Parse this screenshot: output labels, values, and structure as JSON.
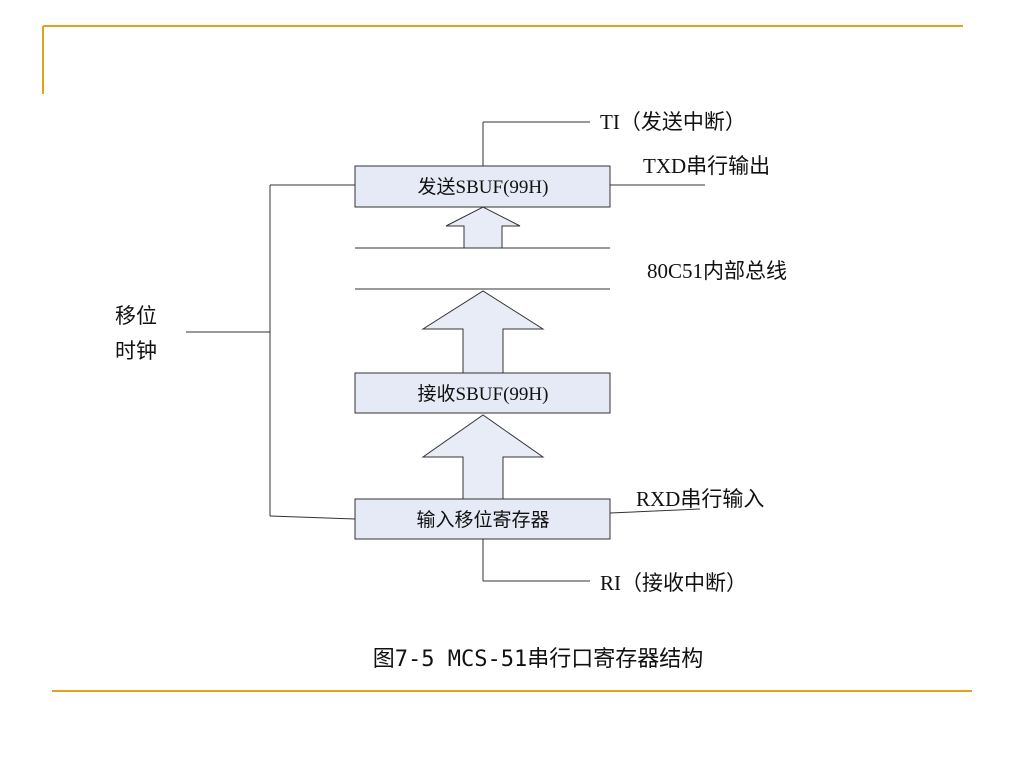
{
  "colors": {
    "accent_line": "#E3A21A",
    "box_fill": "#E6EAF6",
    "arrow_fill": "#E8ECF6",
    "stroke": "#333333"
  },
  "diagram": {
    "send_buffer_label": "发送SBUF(99H)",
    "receive_buffer_label": "接收SBUF(99H)",
    "shift_register_label": "输入移位寄存器",
    "ti_label": "TI（发送中断）",
    "txd_label": "TXD串行输出",
    "bus_label": "80C51内部总线",
    "shift_clock_line1": "移位",
    "shift_clock_line2": "时钟",
    "rxd_label": "RXD串行输入",
    "ri_label": "RI（接收中断）"
  },
  "caption": "图7-5 MCS-51串行口寄存器结构"
}
